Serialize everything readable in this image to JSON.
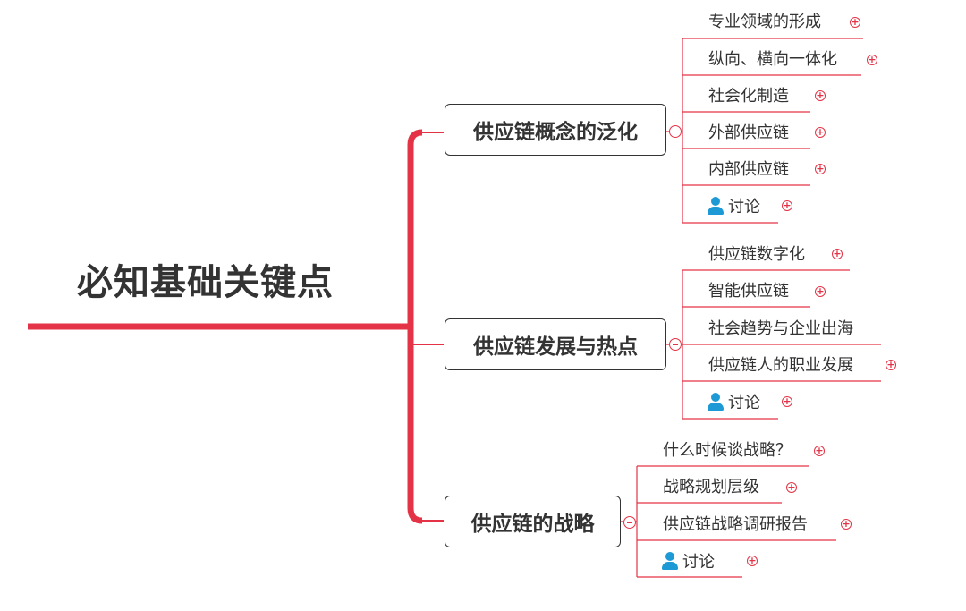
{
  "root": {
    "title": "必知基础关键点"
  },
  "branches": [
    {
      "title": "供应链概念的泛化",
      "items": [
        "专业领域的形成",
        "纵向、横向一体化",
        "社会化制造",
        "外部供应链",
        "内部供应链",
        "讨论"
      ]
    },
    {
      "title": "供应链发展与热点",
      "items": [
        "供应链数字化",
        "智能供应链",
        "社会趋势与企业出海",
        "供应链人的职业发展",
        "讨论"
      ]
    },
    {
      "title": "供应链的战略",
      "items": [
        "什么时候谈战略？",
        "战略规划层级",
        "供应链战略调研报告",
        "讨论"
      ]
    }
  ],
  "symbols": {
    "expand": "+",
    "collapse": "−"
  },
  "colors": {
    "accent": "#e43346",
    "text": "#333333",
    "person_icon": "#1d9ad6"
  }
}
